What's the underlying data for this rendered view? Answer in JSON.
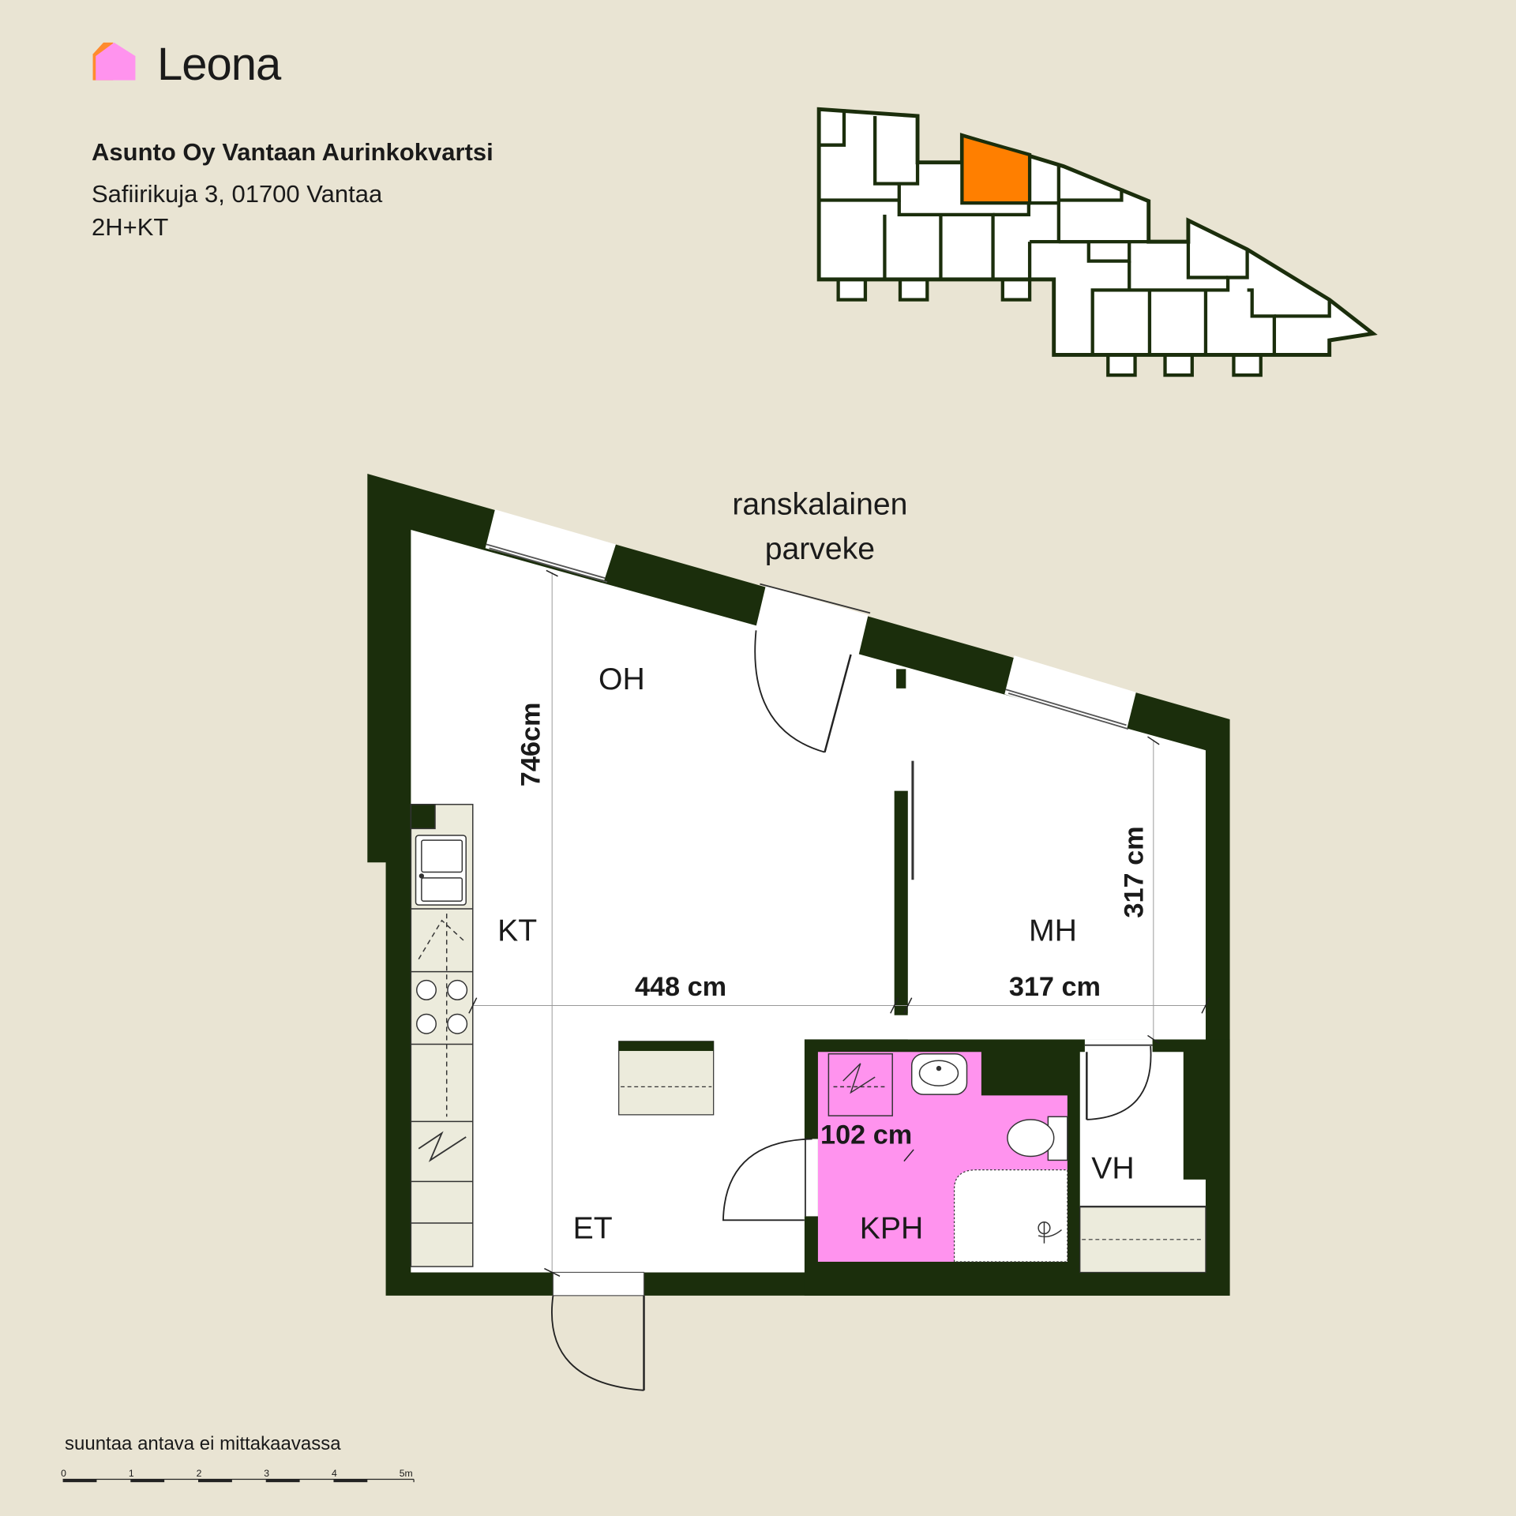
{
  "brand": {
    "name": "Leona",
    "logo_icon": "house-logo-icon",
    "logo_colors": [
      "#ff93ee",
      "#ff8b2e"
    ]
  },
  "property": {
    "title": "Asunto Oy Vantaan Aurinkokvartsi",
    "address": "Safiirikuja 3, 01700 Vantaa",
    "apartment_type": "2H+KT"
  },
  "key_plan": {
    "highlight_color": "#ff7f00",
    "outline_color": "#1b2e0c"
  },
  "rooms": {
    "oh": "OH",
    "kt": "KT",
    "mh": "MH",
    "et": "ET",
    "kph": "KPH",
    "vh": "VH"
  },
  "balcony_label_line1": "ranskalainen",
  "balcony_label_line2": "parveke",
  "dimensions": {
    "width_oh_kt": "448 cm",
    "width_mh": "317 cm",
    "depth_mh": "317 cm",
    "depth_oh": "746cm",
    "kph": "102 cm"
  },
  "footer": {
    "note": "suuntaa antava ei mittakaavassa",
    "scale_ticks": [
      "0",
      "1",
      "2",
      "3",
      "4",
      "5m"
    ]
  },
  "colors": {
    "wall": "#1b2e0c",
    "background": "#e9e4d3",
    "bathroom": "#ff93ee",
    "floor": "#ffffff"
  }
}
